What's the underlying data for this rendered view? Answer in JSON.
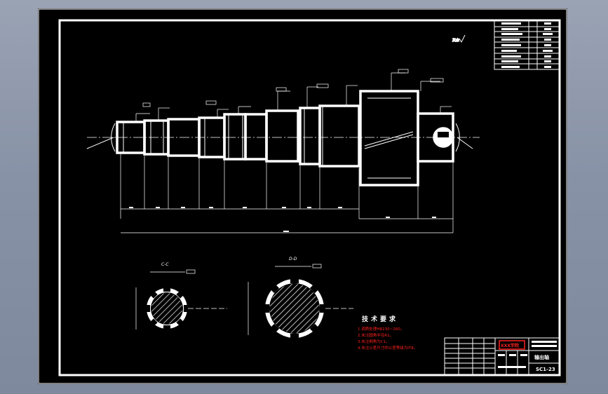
{
  "drawing": {
    "tech_requirements_title": "技术要求",
    "tech_requirements": [
      "1.调质处理HB230~260。",
      "2.未注圆角半径R1。",
      "3.未注倒角为C1。",
      "4.未注公差尺寸的公差等级为IT8。"
    ],
    "section_c_label": "C-C",
    "section_d_label": "D-D",
    "part_name": "输出轴",
    "school_name": "XXX学院",
    "drawing_no": "SC1-23"
  },
  "colors": {
    "background": "#000000",
    "line": "#ffffff",
    "note_text": "#ff2020",
    "title_accent": "#ff2020"
  }
}
